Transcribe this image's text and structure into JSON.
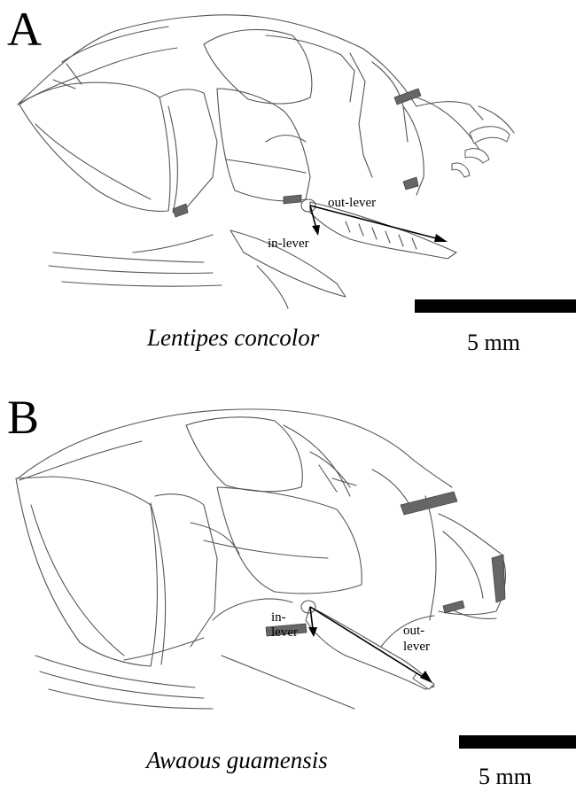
{
  "panels": [
    {
      "letter": "A",
      "species": "Lentipes concolor",
      "scale_label": "5 mm",
      "in_lever_label": "in-lever",
      "out_lever_label": "out-lever"
    },
    {
      "letter": "B",
      "species": "Awaous guamensis",
      "scale_label": "5 mm",
      "in_lever_label_line1": "in-",
      "in_lever_label_line2": "lever",
      "out_lever_label_line1": "out-",
      "out_lever_label_line2": "lever"
    }
  ],
  "colors": {
    "outline": "#555555",
    "arrow": "#000000",
    "scale_bar": "#000000"
  }
}
